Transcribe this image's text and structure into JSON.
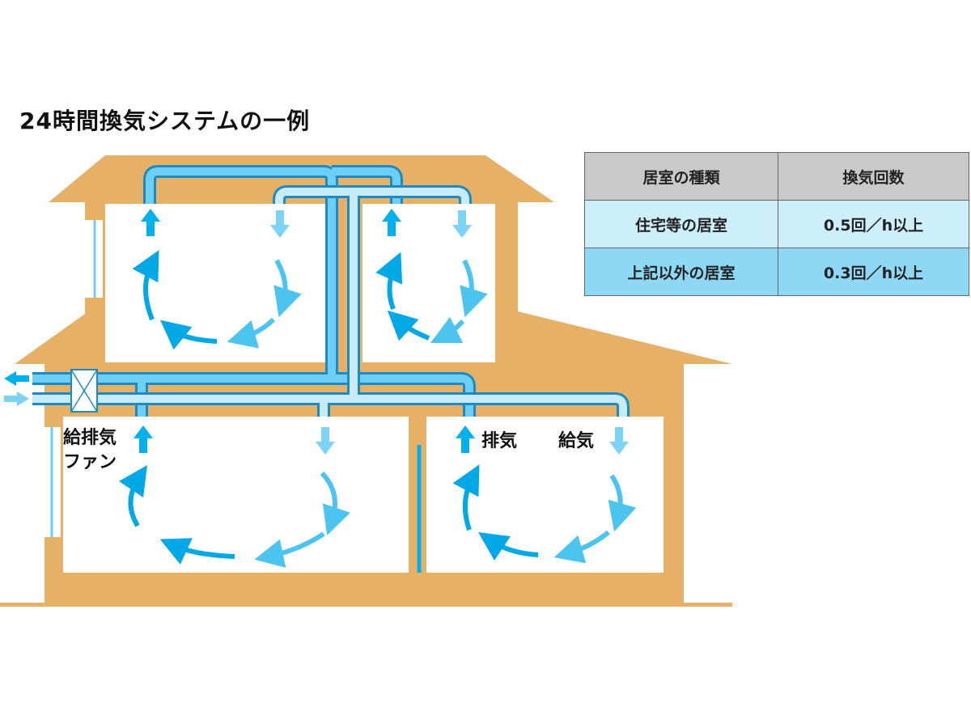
{
  "title": "24時間換気システムの一例",
  "labels": {
    "fan_line1": "給排気",
    "fan_line2": "ファン",
    "exhaust": "排気",
    "supply": "給気"
  },
  "table": {
    "headers": [
      "居室の種類",
      "換気回数"
    ],
    "rows": [
      [
        "住宅等の居室",
        "0.5回／h以上"
      ],
      [
        "上記以外の居室",
        "0.3回／h以上"
      ]
    ]
  },
  "colors": {
    "house": "#e6b066",
    "exhaust_duct": "#6dcff6",
    "supply_duct": "#c7ebfa",
    "duct_outline": "#1d8ac4",
    "exhaust_arrow": "#00b0ec",
    "supply_arrow": "#7dd3f5"
  }
}
